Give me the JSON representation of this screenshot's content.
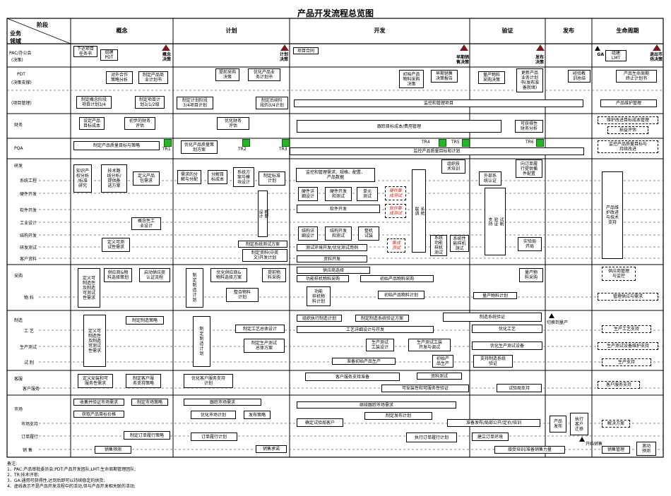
{
  "title": "产品开发流程总览图",
  "header": {
    "stage_label": "阶段",
    "area_label_line1": "业务",
    "area_label_line2": "领域",
    "phases": [
      "概念",
      "计划",
      "开发",
      "验证",
      "发布",
      "生命周期"
    ]
  },
  "lanes": {
    "pac": "PAC/办公会",
    "pac_sub": "(决策)",
    "pdt": "PDT",
    "pdt_sub1": "(决策支撑)",
    "pdt_sub2": "(项目管理)",
    "finance": "财务",
    "pqa": "PQA",
    "rd": "研发",
    "rd_subs": [
      "系统工程",
      "硬件开发",
      "软件开发",
      "工业设计",
      "结构开发",
      "研发测试",
      "客户资料"
    ],
    "purchase": "采购",
    "purchase_sub": "物 料",
    "mfg": "制造",
    "mfg_subs": [
      "工 艺",
      "生产测试",
      "试 制"
    ],
    "service": "客服",
    "service_sub": "客户服务",
    "market": "市场",
    "market_subs": [
      "市场支持",
      "订单履行",
      "销 售"
    ]
  },
  "gates": {
    "concept": "概念\n决策",
    "plan": "计划\n决策",
    "early_sales": "早期销\n售决策",
    "release": "发布\n决策",
    "ga": "GA",
    "eol": "退出市\n场决策",
    "tr1": "TR1",
    "tr2": "TR2",
    "tr3": "TR3",
    "tr4": "TR4",
    "tr5": "TR5",
    "tr6": "TR6",
    "switch_mass": "切换到量产",
    "start_sales": "开始销售"
  },
  "boxes": {
    "b1": "下达项目\n任务书",
    "b2": "组建\nPDT",
    "b3": "项目合同",
    "b4": "组建\nLMT",
    "b5": "对外合作\n策略分析",
    "b6": "制定产品商\n业计划书",
    "b7": "提前采购\n决策",
    "b8": "优化产品业\n务计划书",
    "b9": "初始产品\n物料采购\n决策",
    "b10": "早期销售\n决策报告",
    "b11": "量产物料\n采购决策",
    "b12": "更新产品\n业务计划\n书(发布准\n备就绪)",
    "b13": "经验教\n训总结",
    "b14": "产品生命周期\n终止计划书",
    "b15": "制定概念阶段\n项目计划3/4",
    "b16": "制定项目计\n划3/1/2级",
    "b17": "制定计划阶段\n3/4项目计划",
    "b18": "制定后续阶\n段的3/4计划",
    "b19": "监控和管理项目",
    "b20": "产品维护管理",
    "b21": "设定产品\n目标成本",
    "b22": "初步的财务\n评估",
    "b23": "优化财务\n评估",
    "b24": "跟踪目标成本/费用管理",
    "b25": "可获得性\n财务分析",
    "b26": "维护改进目标成本管理",
    "b27": "损益评估",
    "b28": "制定产品质量目标与策略",
    "b29": "优化产品质量策\n划方案",
    "b30": "监控产品质量目标和计划",
    "b31": "监控产品质量目标与\n持续改进",
    "b32": "知识产\n权分析\n/标准\n研究",
    "b33": "技术路\n线分析/\n提供备\n选方案",
    "b34": "定义产品\n包需求",
    "b35": "需求的分\n解与分配",
    "b36": "分解目\n标成本",
    "b37": "系统方\n案与模\n块设计",
    "b38": "制定标准\n计划",
    "b39": "监控和管理需求、规格、配置、\n产品数据",
    "b40": "组织技\n术培训",
    "b41": "向订单履\n行提供備\n件配置",
    "b42": "外部系\n统认证",
    "b43": "硬件详\n细设计",
    "b44": "硬件开发\n和测试",
    "b45": "单元\n测试",
    "b46": "软件开发",
    "b47": "概念性工\n业设计",
    "b48": "概要\n设计",
    "b49": "结构详\n细设计",
    "b50": "结构开发\n和测试",
    "b51": "整机\n试装",
    "b52": "系统\n联调",
    "b53": "硬件集\n成测试",
    "b54": "软件集\n成测试",
    "b55": "集成\n测试",
    "b56": "系统\n功能\n样机\n测试",
    "b57": "系统性\n能样机\n测试",
    "b58": "试制\n验证\n支持",
    "b59": "实验局\n开局",
    "b60": "产品维\n护改进\n与技术\n支持",
    "b61": "定义可测\n试性需求",
    "b62": "制定系统测试方案",
    "b63": "测试环境开发/优化测试用例",
    "b64": "制定资料(中英\n文)开发计划",
    "b65": "资料开发",
    "b66": "定义可\n制造性\n及制造\n可测试\n性需求",
    "b67": "供应商&物\n料选择策划",
    "b68": "启动供应商\n认证流程",
    "b69": "制\n定\n制\n造\n计\n划",
    "b70": "优化供应商&\n物料选择方案",
    "b71": "提前物\n料采购",
    "b72": "整合物料\n计划",
    "b73": "供应商选择",
    "b74": "功能样机物料采购",
    "b75": "初始产品物料采购",
    "b76": "功能\n样机物\n料计划",
    "b77": "初始产品物料计划",
    "b78": "量产物\n料采购",
    "b79": "量产物料计划",
    "b80": "供应商管理\n与监控",
    "b81": "管理供应与需求",
    "b82": "定义可\n制造性\n及制造\n可测试\n性需求",
    "b83": "制定制造策略",
    "b84": "制\n定\n制\n造\n计\n划",
    "b85": "制定工艺总体设计",
    "b86": "制定生产测试\n总体方案",
    "b87": "组织执行制造计划",
    "b88": "制定制造系统验证方案",
    "b89": "制造系统验证",
    "b90": "工艺详细设计与开发",
    "b91": "生产测试\n工装设计",
    "b92": "生产测试工装\n开发与调试",
    "b93": "优化工艺",
    "b94": "优化生产测试设备",
    "b95": "准备初始产品生产",
    "b96": "初始产\n品生产",
    "b97": "支持制造系统\n验证",
    "b98": "生产工艺支持",
    "b99": "生产测试设备维护支持",
    "b100": "生产支持",
    "b101": "定义安装和可\n服务性需求",
    "b102": "制定客户服\n务支持策略",
    "b103": "优化客户服务支持\n计划",
    "b104": "客户服务支持准备",
    "b105": "资料测试",
    "b106": "可安装性和可服务性验证",
    "b107": "试验局支持",
    "b108": "客户服务支持",
    "b109": "收集并验证市场需求",
    "b110": "制定市场策略",
    "b111": "获取产品目标价格",
    "b112": "跟踪市场需求",
    "b113": "优化市场计划",
    "b114": "发布策略",
    "b115": "继续跟踪市场需求",
    "b116": "确定试验局客户",
    "b117": "制定发布计划",
    "b118": "准备发布/局部公开/定价/培训",
    "b119": "产品\n发布",
    "b120": "执行\n客户\n迁移",
    "b121": "解决方案",
    "b122": "制定订单履行策略",
    "b123": "订单履行计划",
    "b124": "执行订单履行计划",
    "b125": "建立订单环境",
    "b126": "销售预测",
    "b127": "销售承诺",
    "b128": "接受培训/准备销售力量",
    "b129": "销售管理",
    "b130": "滚动\n预测"
  },
  "notes": {
    "heading": "备注:",
    "n1": "1、PAC:产品审批委员会;PDT:产品开发团队;LMT:生命周期管理团队;",
    "n2": "2、TR:技术评审;",
    "n3": "3、GA:通用可获得性,达到后即可以持续稳定的供货;",
    "n4": "4、虚线表示不是产品开发流程中的活动,但与产品开发相关联的活动;"
  }
}
